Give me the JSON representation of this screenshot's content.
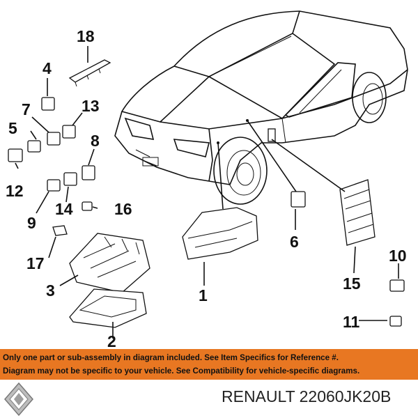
{
  "diagram": {
    "callouts": [
      "1",
      "2",
      "3",
      "4",
      "5",
      "6",
      "7",
      "8",
      "9",
      "10",
      "11",
      "12",
      "13",
      "14",
      "15",
      "16",
      "17",
      "18"
    ]
  },
  "notice": {
    "line1": "Only one part or sub-assembly in diagram included. See Item Specifics for Reference #.",
    "line2": "Diagram may not be specific to your vehicle. See Compatibility for vehicle-specific diagrams.",
    "background": "#e87722"
  },
  "footer": {
    "brand_logo": "renault-diamond-logo",
    "caption": "RENAULT 22060JK20B"
  }
}
